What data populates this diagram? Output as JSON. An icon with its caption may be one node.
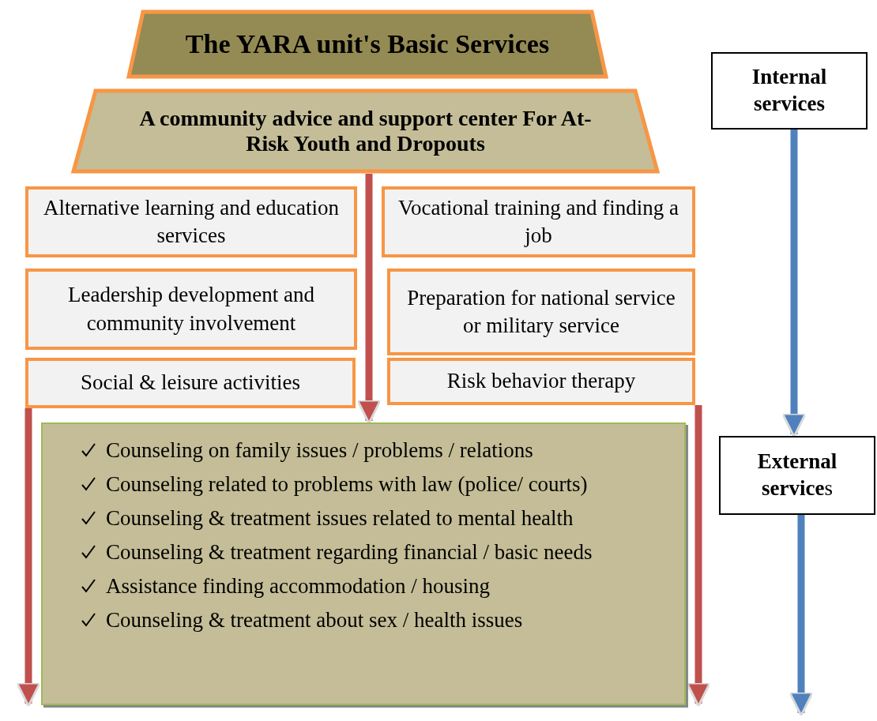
{
  "diagram": {
    "nodes": [
      {
        "text": [
          "The YARA unit's Basic Services"
        ]
      },
      {
        "text": [
          "A community advice and support center For At-Risk Youth and Dropouts"
        ]
      },
      {
        "text": [
          "Alternative learning and education services"
        ]
      },
      {
        "text": [
          "Vocational training and finding a job"
        ]
      },
      {
        "text": [
          "Leadership development and community involvement"
        ]
      },
      {
        "text": [
          "Preparation for national service or military service"
        ]
      },
      {
        "text": [
          "Social & leisure activities"
        ]
      },
      {
        "text": [
          "Risk behavior therapy"
        ]
      },
      {
        "text": [
          "Counseling on family issues / problems / relations",
          "Counseling related to problems with law (police/ courts)",
          "Counseling & treatment issues related to mental health",
          "Counseling & treatment regarding financial / basic needs",
          "Assistance finding accommodation / housing",
          "Counseling & treatment about sex / health issues"
        ]
      },
      {
        "text": [
          "Internal services"
        ]
      },
      {
        "text": [
          "**External service**s"
        ]
      }
    ],
    "edges": [
      {
        "from": 1,
        "to": 8,
        "arrow": "to"
      },
      {
        "from": 6,
        "to": 8,
        "arrow": "to"
      },
      {
        "from": 7,
        "to": 8,
        "arrow": "to"
      },
      {
        "from": 9,
        "to": 10,
        "arrow": "to",
        "color": "#4f81bd"
      },
      {
        "from": 10,
        "to": null,
        "arrow": "to",
        "color": "#4f81bd"
      }
    ]
  }
}
